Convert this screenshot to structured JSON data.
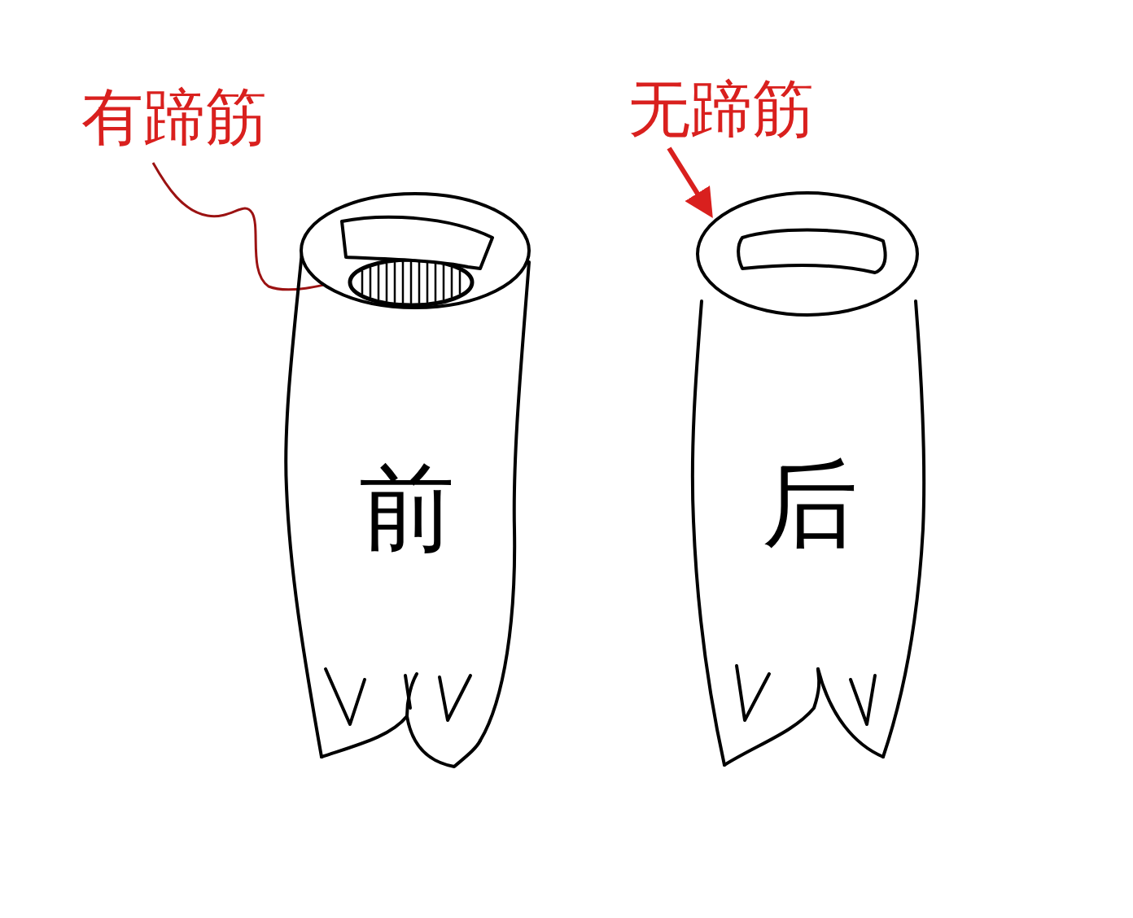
{
  "diagram": {
    "nodes": [
      {
        "text": [
          "前"
        ]
      },
      {
        "text": [
          "后"
        ]
      }
    ],
    "labels": [
      "有蹄筋",
      "无蹄筋"
    ]
  }
}
